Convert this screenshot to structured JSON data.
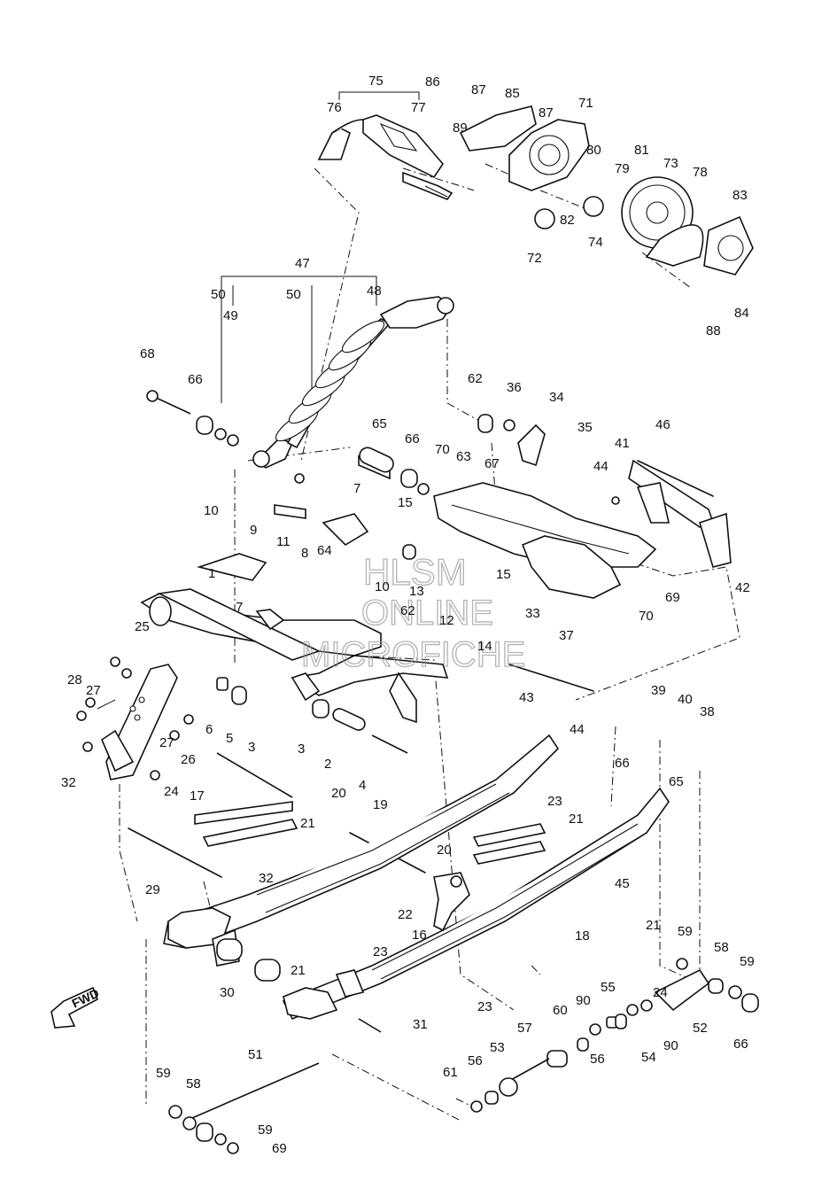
{
  "watermark": {
    "line1": "HLSM",
    "line2": "ONLINE",
    "line3": "MICROFICHE"
  },
  "direction_marker": "FWD",
  "callouts": [
    {
      "id": "c75",
      "text": "75"
    },
    {
      "id": "c86",
      "text": "86"
    },
    {
      "id": "c87a",
      "text": "87"
    },
    {
      "id": "c85",
      "text": "85"
    },
    {
      "id": "c76",
      "text": "76"
    },
    {
      "id": "c77",
      "text": "77"
    },
    {
      "id": "c89",
      "text": "89"
    },
    {
      "id": "c87b",
      "text": "87"
    },
    {
      "id": "c71",
      "text": "71"
    },
    {
      "id": "c80",
      "text": "80"
    },
    {
      "id": "c81",
      "text": "81"
    },
    {
      "id": "c73",
      "text": "73"
    },
    {
      "id": "c79",
      "text": "79"
    },
    {
      "id": "c78",
      "text": "78"
    },
    {
      "id": "c83",
      "text": "83"
    },
    {
      "id": "c82",
      "text": "82"
    },
    {
      "id": "c74",
      "text": "74"
    },
    {
      "id": "c72",
      "text": "72"
    },
    {
      "id": "c84",
      "text": "84"
    },
    {
      "id": "c88",
      "text": "88"
    },
    {
      "id": "c47",
      "text": "47"
    },
    {
      "id": "c50a",
      "text": "50"
    },
    {
      "id": "c49",
      "text": "49"
    },
    {
      "id": "c50b",
      "text": "50"
    },
    {
      "id": "c48",
      "text": "48"
    },
    {
      "id": "c68",
      "text": "68"
    },
    {
      "id": "c66a",
      "text": "66"
    },
    {
      "id": "c62a",
      "text": "62"
    },
    {
      "id": "c36",
      "text": "36"
    },
    {
      "id": "c34",
      "text": "34"
    },
    {
      "id": "c35",
      "text": "35"
    },
    {
      "id": "c46",
      "text": "46"
    },
    {
      "id": "c65a",
      "text": "65"
    },
    {
      "id": "c66b",
      "text": "66"
    },
    {
      "id": "c70a",
      "text": "70"
    },
    {
      "id": "c63",
      "text": "63"
    },
    {
      "id": "c67",
      "text": "67"
    },
    {
      "id": "c41",
      "text": "41"
    },
    {
      "id": "c44a",
      "text": "44"
    },
    {
      "id": "c7a",
      "text": "7"
    },
    {
      "id": "c10a",
      "text": "10"
    },
    {
      "id": "c9",
      "text": "9"
    },
    {
      "id": "c11",
      "text": "11"
    },
    {
      "id": "c15a",
      "text": "15"
    },
    {
      "id": "c15b",
      "text": "15"
    },
    {
      "id": "c42",
      "text": "42"
    },
    {
      "id": "c8",
      "text": "8"
    },
    {
      "id": "c64",
      "text": "64"
    },
    {
      "id": "c1",
      "text": "1"
    },
    {
      "id": "c10b",
      "text": "10"
    },
    {
      "id": "c13",
      "text": "13"
    },
    {
      "id": "c69a",
      "text": "69"
    },
    {
      "id": "c7b",
      "text": "7"
    },
    {
      "id": "c62b",
      "text": "62"
    },
    {
      "id": "c33",
      "text": "33"
    },
    {
      "id": "c70b",
      "text": "70"
    },
    {
      "id": "c25",
      "text": "25"
    },
    {
      "id": "c12",
      "text": "12"
    },
    {
      "id": "c37",
      "text": "37"
    },
    {
      "id": "c14",
      "text": "14"
    },
    {
      "id": "c28",
      "text": "28"
    },
    {
      "id": "c27a",
      "text": "27"
    },
    {
      "id": "c39",
      "text": "39"
    },
    {
      "id": "c40",
      "text": "40"
    },
    {
      "id": "c38",
      "text": "38"
    },
    {
      "id": "c43",
      "text": "43"
    },
    {
      "id": "c6",
      "text": "6"
    },
    {
      "id": "c5",
      "text": "5"
    },
    {
      "id": "c3a",
      "text": "3"
    },
    {
      "id": "c44b",
      "text": "44"
    },
    {
      "id": "c27b",
      "text": "27"
    },
    {
      "id": "c3b",
      "text": "3"
    },
    {
      "id": "c26",
      "text": "26"
    },
    {
      "id": "c2",
      "text": "2"
    },
    {
      "id": "c66c",
      "text": "66"
    },
    {
      "id": "c65b",
      "text": "65"
    },
    {
      "id": "c32a",
      "text": "32"
    },
    {
      "id": "c4",
      "text": "4"
    },
    {
      "id": "c17",
      "text": "17"
    },
    {
      "id": "c24a",
      "text": "24"
    },
    {
      "id": "c20a",
      "text": "20"
    },
    {
      "id": "c19",
      "text": "19"
    },
    {
      "id": "c23a",
      "text": "23"
    },
    {
      "id": "c21a",
      "text": "21"
    },
    {
      "id": "c21b",
      "text": "21"
    },
    {
      "id": "c29",
      "text": "29"
    },
    {
      "id": "c20b",
      "text": "20"
    },
    {
      "id": "c32b",
      "text": "32"
    },
    {
      "id": "c45",
      "text": "45"
    },
    {
      "id": "c22",
      "text": "22"
    },
    {
      "id": "c16",
      "text": "16"
    },
    {
      "id": "c18",
      "text": "18"
    },
    {
      "id": "c21c",
      "text": "21"
    },
    {
      "id": "c59a",
      "text": "59"
    },
    {
      "id": "c58a",
      "text": "58"
    },
    {
      "id": "c59b",
      "text": "59"
    },
    {
      "id": "c23b",
      "text": "23"
    },
    {
      "id": "c21d",
      "text": "21"
    },
    {
      "id": "c24b",
      "text": "24"
    },
    {
      "id": "c30",
      "text": "30"
    },
    {
      "id": "c23c",
      "text": "23"
    },
    {
      "id": "c55",
      "text": "55"
    },
    {
      "id": "c90a",
      "text": "90"
    },
    {
      "id": "c60",
      "text": "60"
    },
    {
      "id": "c52",
      "text": "52"
    },
    {
      "id": "c54",
      "text": "54"
    },
    {
      "id": "c90b",
      "text": "90"
    },
    {
      "id": "c66d",
      "text": "66"
    },
    {
      "id": "c31",
      "text": "31"
    },
    {
      "id": "c57",
      "text": "57"
    },
    {
      "id": "c51",
      "text": "51"
    },
    {
      "id": "c53",
      "text": "53"
    },
    {
      "id": "c56a",
      "text": "56"
    },
    {
      "id": "c56b",
      "text": "56"
    },
    {
      "id": "c61",
      "text": "61"
    },
    {
      "id": "c59c",
      "text": "59"
    },
    {
      "id": "c58b",
      "text": "58"
    },
    {
      "id": "c59d",
      "text": "59"
    },
    {
      "id": "c69b",
      "text": "69"
    }
  ]
}
